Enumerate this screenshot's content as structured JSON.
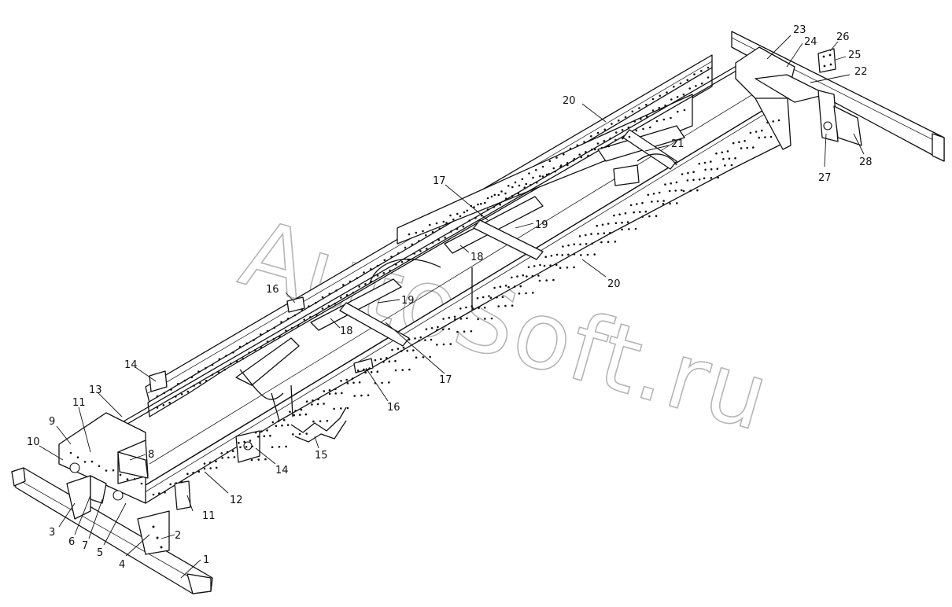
{
  "watermark": "AutoSoft.ru",
  "callouts": [
    "1",
    "2",
    "3",
    "4",
    "5",
    "6",
    "7",
    "8",
    "9",
    "10",
    "11",
    "11",
    "12",
    "13",
    "14",
    "14",
    "15",
    "16",
    "16",
    "17",
    "17",
    "18",
    "18",
    "19",
    "19",
    "20",
    "20",
    "21",
    "22",
    "23",
    "24",
    "25",
    "26",
    "27",
    "28"
  ]
}
